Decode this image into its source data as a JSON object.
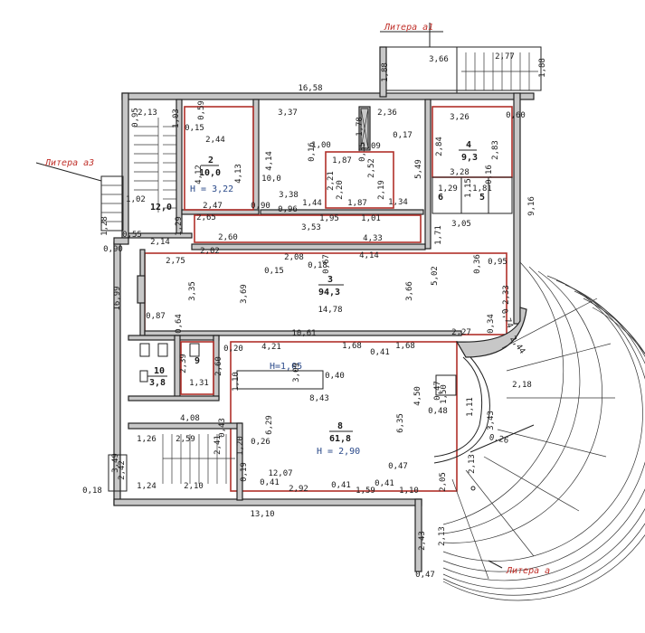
{
  "literas": [
    {
      "id": "a1",
      "text": "Литера а1"
    },
    {
      "id": "a3",
      "text": "Литера а3"
    },
    {
      "id": "a",
      "text": "Литера а"
    }
  ],
  "rooms": [
    {
      "id": "r2",
      "number": "2",
      "area": "10,0"
    },
    {
      "id": "r3",
      "number": "3",
      "area": "94,3"
    },
    {
      "id": "r4",
      "number": "4",
      "area": "9,3"
    },
    {
      "id": "r5",
      "number": "5",
      "area": ""
    },
    {
      "id": "r6",
      "number": "6",
      "area": ""
    },
    {
      "id": "r8",
      "number": "8",
      "area": "61,8"
    },
    {
      "id": "r9",
      "number": "9",
      "area": ""
    },
    {
      "id": "r10",
      "number": "10",
      "area": "3,8"
    },
    {
      "id": "r12",
      "number": "",
      "area": "12,0"
    }
  ],
  "heights": [
    {
      "id": "h1",
      "text": "H = 3,22"
    },
    {
      "id": "h2",
      "text": "H=1,05"
    },
    {
      "id": "h3",
      "text": "H = 2,90"
    }
  ],
  "dims": [
    "16,58",
    "3,37",
    "2,36",
    "3,26",
    "0,60",
    "2,13",
    "1,03",
    "0,59",
    "0,95",
    "2,44",
    "0,15",
    "1,78",
    "1,00",
    "0,16",
    "1,09",
    "0,17",
    "2,84",
    "2,83",
    "4,12",
    "4,13",
    "4,14",
    "10,0",
    "0,35",
    "1,87",
    "2,20",
    "2,21",
    "2,19",
    "2,52",
    "3,38",
    "1,34",
    "5,49",
    "3,28",
    "1,29",
    "1,15",
    "1,81",
    "0,16",
    "2,47",
    "2,65",
    "0,90",
    "0,96",
    "1,44",
    "1,87",
    "1,95",
    "1,01",
    "3,53",
    "1,71",
    "3,05",
    "9,16",
    "2,60",
    "2,02",
    "2,08",
    "4,33",
    "4,14",
    "0,15",
    "0,67",
    "0,18",
    "2,75",
    "0,95",
    "0,36",
    "3,35",
    "3,69",
    "14,78",
    "3,66",
    "5,02",
    "2,33",
    "16,99",
    "0,87",
    "0,64",
    "10,61",
    "2,27",
    "1,68",
    "0,41",
    "1,68",
    "4,21",
    "0,20",
    "2,39",
    "1,31",
    "2,60",
    "0,40",
    "1,10",
    "8,43",
    "4,50",
    "0,47",
    "0,48",
    "1,11",
    "3,09",
    "4,08",
    "0,43",
    "6,29",
    "6,35",
    "0,26",
    "1,26",
    "2,59",
    "2,41",
    "1,20",
    "0,41",
    "12,07",
    "2,92",
    "0,41",
    "1,59",
    "0,41",
    "1,10",
    "0,47",
    "2,05",
    "0,18",
    "1,24",
    "2,10",
    "13,10",
    "2,43",
    "2,13",
    "0,47",
    "3,66",
    "1,88",
    "2,77",
    "1,88",
    "2,18",
    "3,43",
    "2,44",
    "0,74",
    "0,34",
    "1,50",
    "0,26",
    "2,13",
    "1,28",
    "0,90",
    "2,14",
    "0,55",
    "1,29",
    "1,02",
    "2,42",
    "3,49",
    "0,19"
  ]
}
